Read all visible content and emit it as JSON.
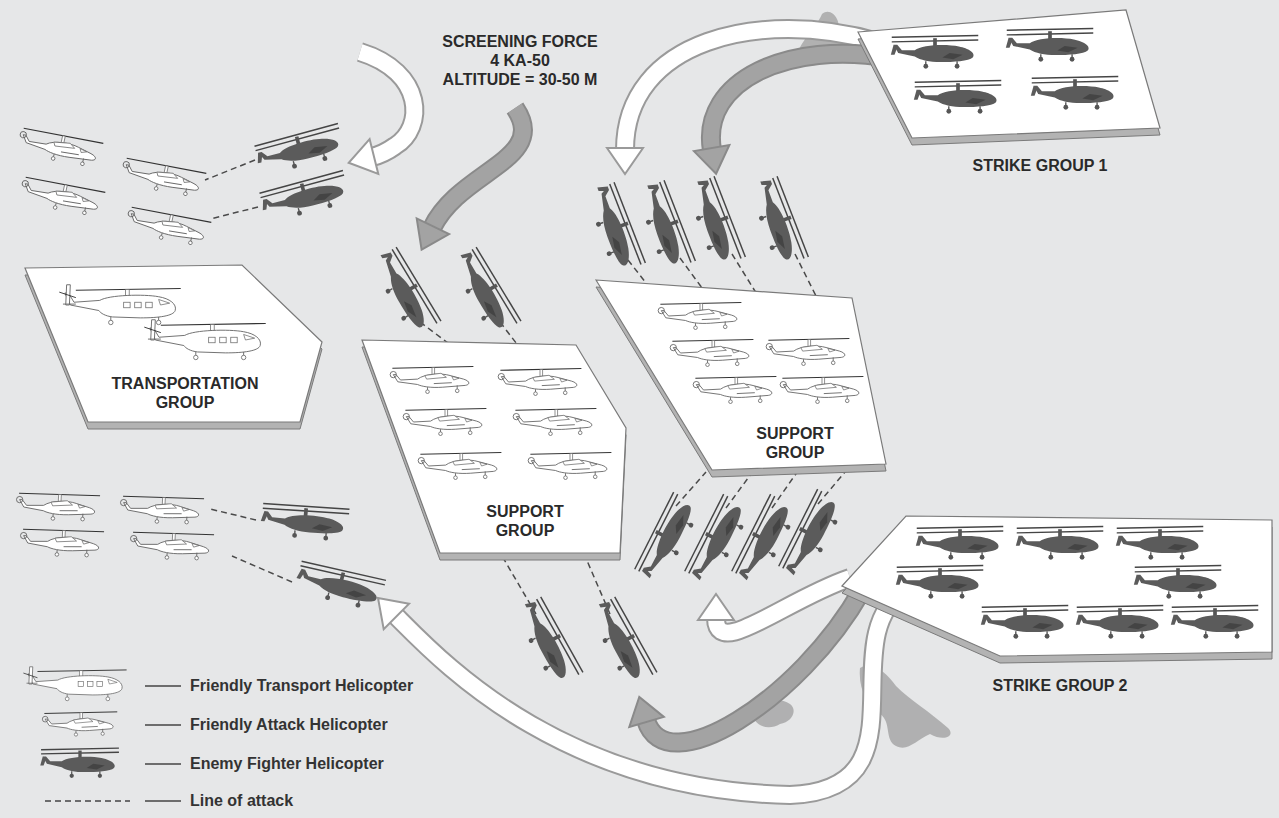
{
  "diagram": {
    "nodes": [
      {
        "text": [
          "STRIKE GROUP 1"
        ]
      },
      {
        "text": [
          "TRANSPORTATION GROUP"
        ]
      },
      {
        "text": [
          "SUPPORT GROUP"
        ]
      },
      {
        "text": [
          "SUPPORT GROUP"
        ]
      },
      {
        "text": [
          "STRIKE GROUP 2"
        ]
      }
    ],
    "labels": [
      "SCREENING FORCE",
      "4 KA-50",
      "ALTITUDE = 30-50 M"
    ],
    "legend": [
      {
        "text": "Friendly Transport Helicopter"
      },
      {
        "text": "Friendly Attack Helicopter"
      },
      {
        "text": "Enemy Fighter Helicopter"
      },
      {
        "text": "Line of attack"
      }
    ]
  }
}
